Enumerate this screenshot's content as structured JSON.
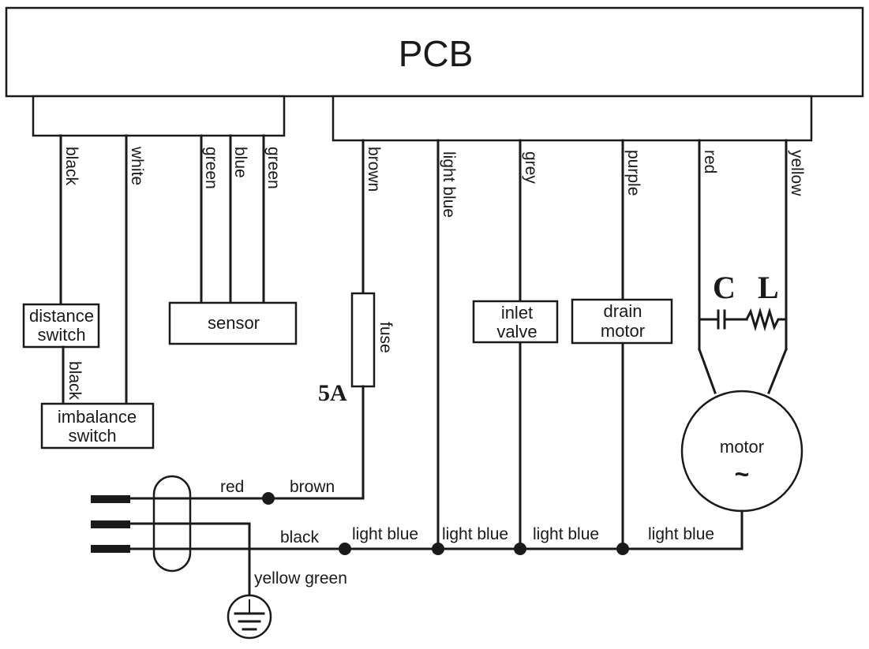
{
  "pcb": {
    "label": "PCB"
  },
  "boxes": {
    "distance_switch": [
      "distance",
      "switch"
    ],
    "imbalance_switch": [
      "imbalance",
      "switch"
    ],
    "sensor": "sensor",
    "inlet_valve": [
      "inlet",
      "valve"
    ],
    "drain_motor": [
      "drain",
      "motor"
    ],
    "motor": "motor",
    "motor_symbol": "~"
  },
  "wire_labels": {
    "black": "black",
    "white": "white",
    "green_1": "green",
    "blue": "blue",
    "green_2": "green",
    "brown": "brown",
    "light_blue": "light blue",
    "grey": "grey",
    "purple": "purple",
    "red": "red",
    "yellow": "yellow",
    "black_between_switches": "black",
    "fuse": "fuse"
  },
  "ratings": {
    "fuse": "5A",
    "capacitor": "C",
    "inductor": "L"
  },
  "bottom_labels": {
    "red": "red",
    "brown": "brown",
    "black": "black",
    "yellow_green": "yellow green",
    "light_blue_1": "light blue",
    "light_blue_2": "light blue",
    "light_blue_3": "light blue",
    "light_blue_4": "light blue"
  }
}
